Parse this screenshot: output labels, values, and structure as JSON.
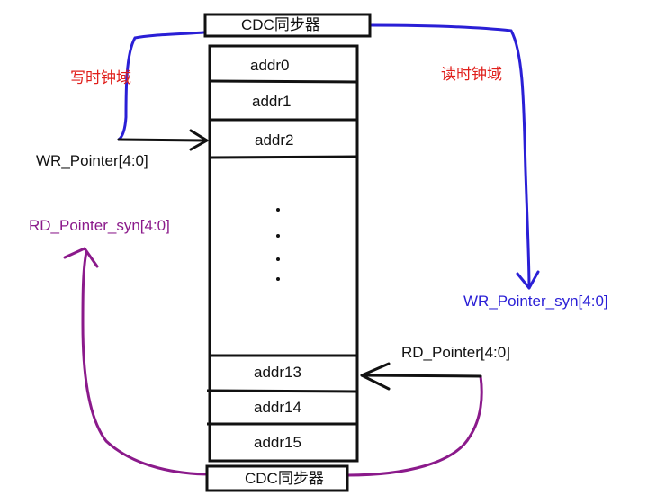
{
  "cdc_top": {
    "label": "CDC同步器"
  },
  "cdc_bottom": {
    "label": "CDC同步器"
  },
  "memory": {
    "top_rows": [
      "addr0",
      "addr1",
      "addr2"
    ],
    "bottom_rows": [
      "addr13",
      "addr14",
      "addr15"
    ]
  },
  "labels": {
    "write_domain": "写时钟域",
    "read_domain": "读时钟域",
    "wr_pointer": "WR_Pointer[4:0]",
    "rd_pointer": "RD_Pointer[4:0]",
    "rd_pointer_syn": "RD_Pointer_syn[4:0]",
    "wr_pointer_syn": "WR_Pointer_syn[4:0]"
  },
  "colors": {
    "write_domain_text": "#e0201c",
    "read_domain_text": "#e0201c",
    "wr_sync_path": "#2a1fd6",
    "wr_sync_text": "#2a1fd6",
    "rd_sync_path": "#8b1a8b",
    "rd_sync_text": "#8b1a8b",
    "black": "#111111"
  }
}
